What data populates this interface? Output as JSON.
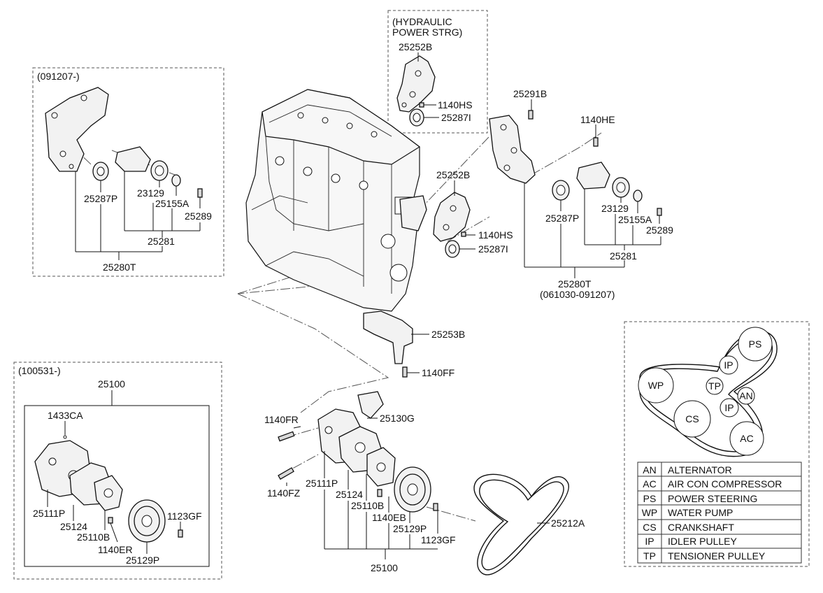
{
  "boxes": {
    "hydraulic": [
      "(HYDRAULIC",
      "POWER STRG)"
    ],
    "tensioner_091207": "(091207-)",
    "waterpump_100531": "(100531-)"
  },
  "parts": {
    "p25252B_top": "25252B",
    "p1140HS_top": "1140HS",
    "p25287I_top": "25287I",
    "p25291B": "25291B",
    "p1140HE": "1140HE",
    "p25252B_mid": "25252B",
    "p1140HS_mid": "1140HS",
    "p25287I_mid": "25287I",
    "p25287P_left": "25287P",
    "p23129_left": "23129",
    "p25155A_left": "25155A",
    "p25289_left": "25289",
    "p25281_left": "25281",
    "p25280T_left": "25280T",
    "p25287P_right": "25287P",
    "p23129_right": "23129",
    "p25155A_right": "25155A",
    "p25289_right": "25289",
    "p25281_right": "25281",
    "p25280T_right": "25280T",
    "p25280T_right_range": "(061030-091207)",
    "p25253B": "25253B",
    "p1140FF": "1140FF",
    "p25100_box": "25100",
    "p1433CA": "1433CA",
    "p25111P_box": "25111P",
    "p25124_box": "25124",
    "p25110B_box": "25110B",
    "p1140ER": "1140ER",
    "p1123GF_box": "1123GF",
    "p25129P_box": "25129P",
    "p25130G": "25130G",
    "p1140FR": "1140FR",
    "p1140FZ": "1140FZ",
    "p25111P": "25111P",
    "p25124": "25124",
    "p25110B": "25110B",
    "p1140EB": "1140EB",
    "p25129P": "25129P",
    "p1123GF": "1123GF",
    "p25100": "25100",
    "p25212A": "25212A"
  },
  "belt_routing": {
    "pulleys": [
      "PS",
      "IP",
      "WP",
      "TP",
      "AN",
      "IP",
      "CS",
      "AC"
    ]
  },
  "legend": [
    {
      "code": "AN",
      "name": "ALTERNATOR"
    },
    {
      "code": "AC",
      "name": "AIR CON COMPRESSOR"
    },
    {
      "code": "PS",
      "name": "POWER STEERING"
    },
    {
      "code": "WP",
      "name": "WATER PUMP"
    },
    {
      "code": "CS",
      "name": "CRANKSHAFT"
    },
    {
      "code": "IP",
      "name": "IDLER PULLEY"
    },
    {
      "code": "TP",
      "name": "TENSIONER PULLEY"
    }
  ]
}
